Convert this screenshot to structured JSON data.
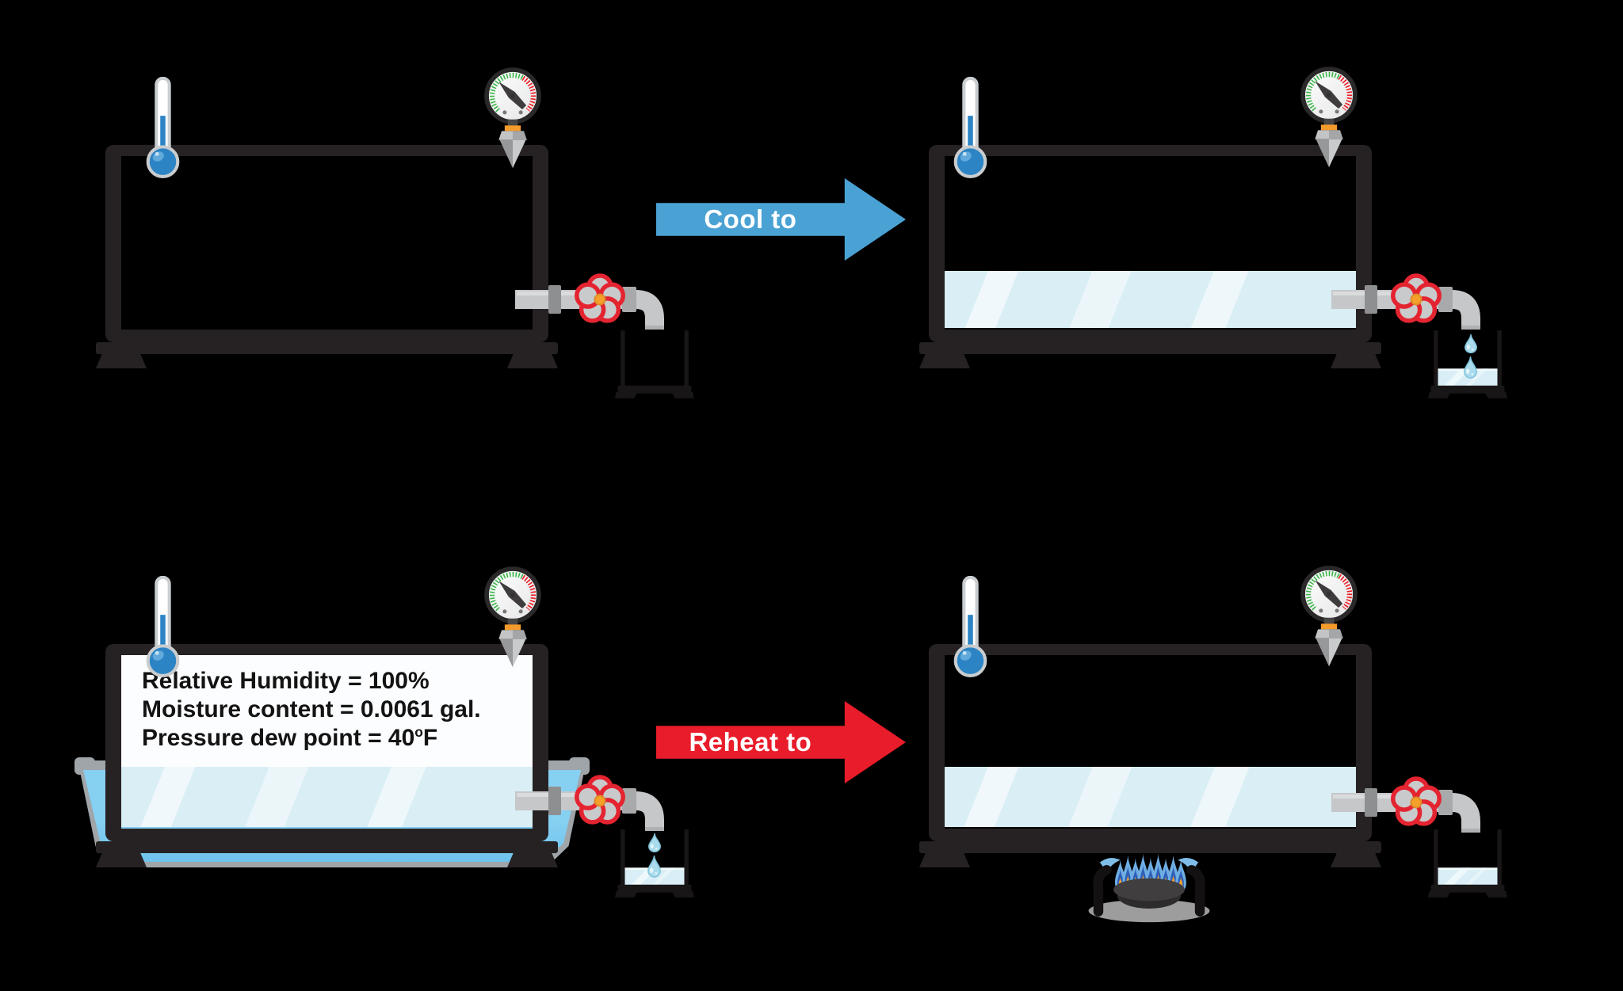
{
  "diagram": {
    "background_color": "#000000",
    "arrows": {
      "cool": {
        "label": "Cool to",
        "color": "#4AA2D4",
        "text_color": "#FFFFFF"
      },
      "reheat": {
        "label": "Reheat to",
        "color": "#E81C2A",
        "text_color": "#FFFFFF"
      }
    },
    "info_box": {
      "line1": "Relative Humidity = 100%",
      "line2": "Moisture content = 0.0061 gal.",
      "line3_text": "Pressure dew point = 40",
      "line3_superscript": "o",
      "line3_suffix": "F"
    },
    "colors": {
      "tank_frame": "#262223",
      "tank_water": "#D9EEF5",
      "bath_water": "#7FCDF1",
      "bath_rim": "#9FA5A9",
      "pipe_metal": "#C6C7C9",
      "valve_wheel_red": "#E42430",
      "valve_hub_orange": "#F5A02B",
      "thermometer_blue": "#2C84C4",
      "gauge_green": "#3DB54A",
      "gauge_red": "#EC1C24",
      "gauge_stem_orange": "#F49B2B",
      "flame_blue": "#6FAEE4",
      "flame_core_orange": "#F2A12D"
    },
    "icons": {
      "thermometer-icon": "mercury thermometer with blue bulb",
      "pressure-gauge-icon": "dial gauge with green and red scale",
      "valve-icon": "red handwheel shut-off valve on elbow pipe",
      "beaker-icon": "open collection beaker",
      "water-drop-icon": "falling water droplets",
      "gas-burner-icon": "gas ring burner with blue flames",
      "water-bath-icon": "blue cooling water bath tub"
    }
  }
}
